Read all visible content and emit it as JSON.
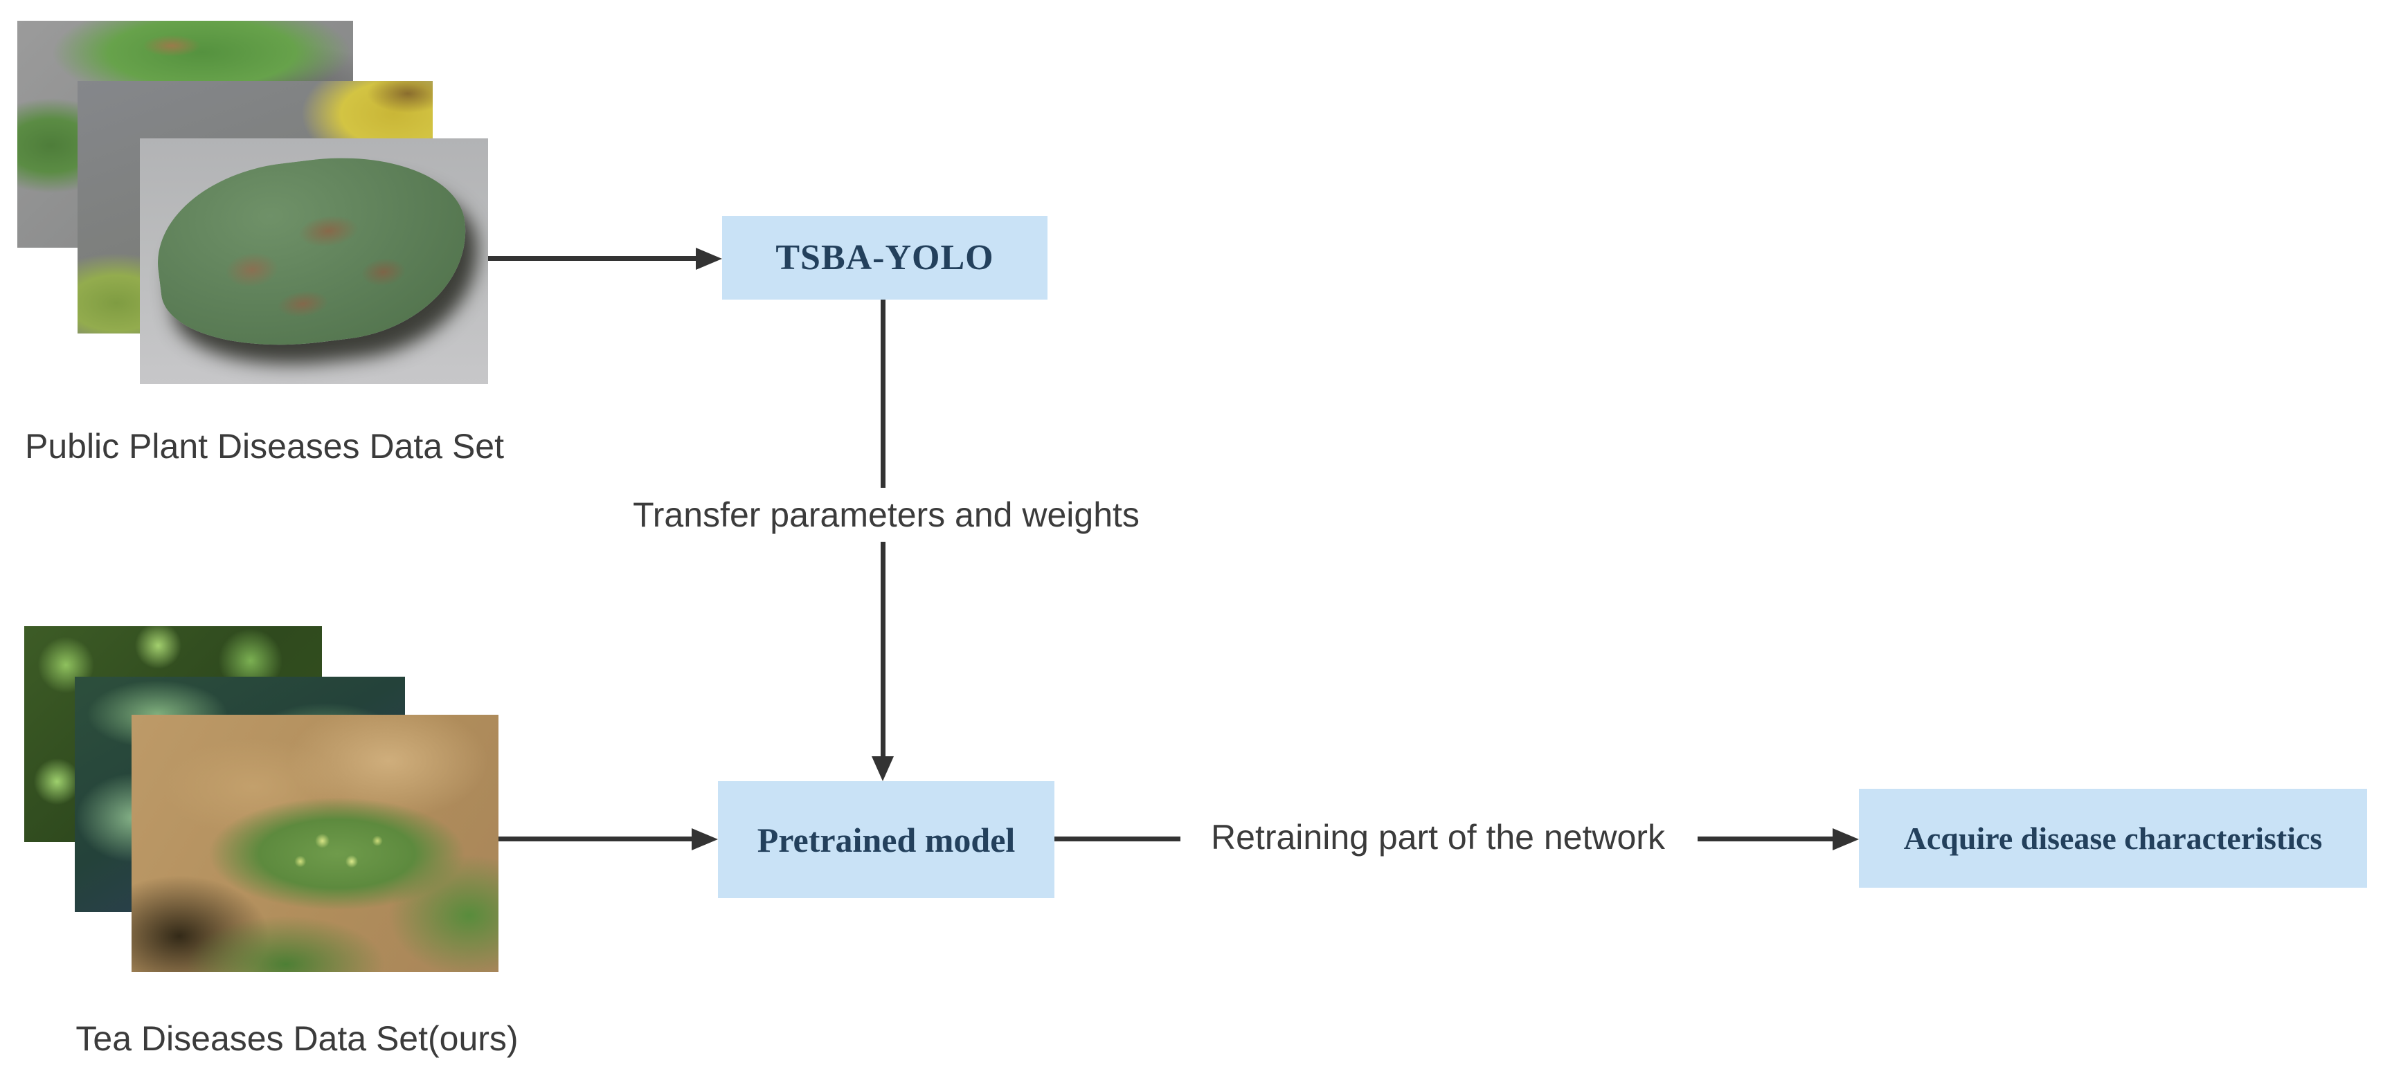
{
  "figure": {
    "type": "flow-diagram",
    "colors": {
      "background": "#ffffff",
      "box_fill": "#c9e2f6",
      "box_text": "#23405c",
      "arrow": "#333333",
      "label_text": "#3b3b3b"
    },
    "datasets": [
      {
        "id": "public-plant",
        "label": "Public Plant Diseases Data Set",
        "photo_count": 3
      },
      {
        "id": "tea-ours",
        "label": "Tea Diseases Data Set(ours)",
        "photo_count": 3
      }
    ],
    "boxes": [
      {
        "id": "tsba-yolo",
        "label": "TSBA-YOLO"
      },
      {
        "id": "pretrained-model",
        "label": "Pretrained model"
      },
      {
        "id": "acquire",
        "label": "Acquire disease characteristics"
      }
    ],
    "edges": [
      {
        "id": "transfer",
        "label": "Transfer parameters and weights",
        "from": "tsba-yolo",
        "to": "pretrained-model"
      },
      {
        "id": "retrain",
        "label": "Retraining part of the network",
        "from": "pretrained-model",
        "to": "acquire"
      }
    ]
  }
}
